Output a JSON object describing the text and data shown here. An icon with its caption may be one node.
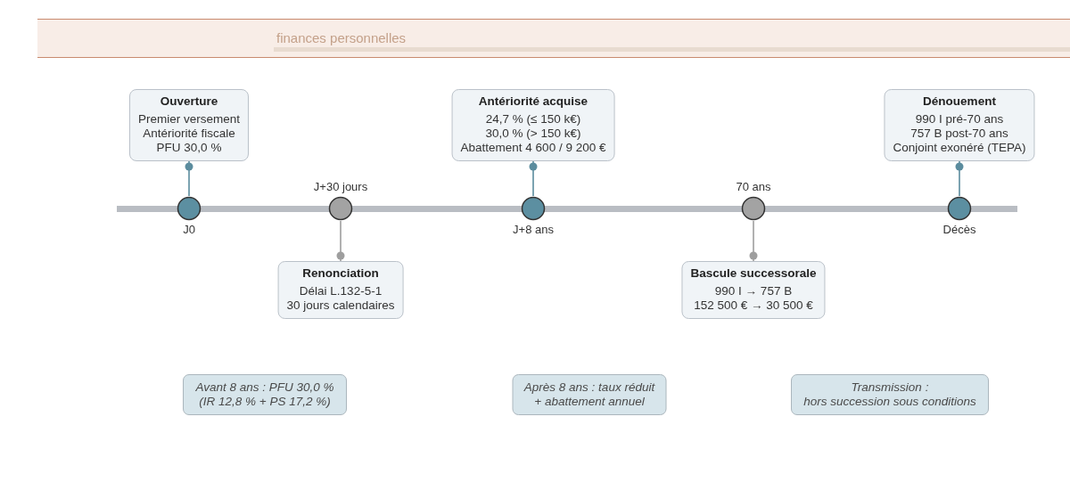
{
  "diagram": {
    "nodes": [
      {
        "text": [
          "Ouverture",
          "Premier versement",
          "Antériorité fiscale",
          "PFU 30,0 %"
        ]
      },
      {
        "text": [],
        "shape": "circle",
        "beside": [
          "J0"
        ]
      },
      {
        "text": [],
        "shape": "circle",
        "beside": [
          "J+30 jours"
        ]
      },
      {
        "text": [
          "Renonciation",
          "Délai L.132-5-1",
          "30 jours calendaires"
        ]
      },
      {
        "text": [
          "Antériorité acquise",
          "24,7 % (≤ 150 k€)",
          "30,0 % (> 150 k€)",
          "Abattement 4 600 / 9 200 €"
        ]
      },
      {
        "text": [],
        "shape": "circle",
        "beside": [
          "J+8 ans"
        ]
      },
      {
        "text": [],
        "shape": "circle",
        "beside": [
          "70 ans"
        ]
      },
      {
        "text": [
          "Bascule successorale",
          "990 I → 757 B",
          "152 500 € → 30 500 €"
        ]
      },
      {
        "text": [
          "Dénouement",
          "990 I pré-70 ans",
          "757 B post-70 ans",
          "Conjoint exonéré (TEPA)"
        ]
      },
      {
        "text": [],
        "shape": "circle",
        "beside": [
          "Décès"
        ]
      },
      {
        "text": [
          "Avant 8 ans : PFU 30,0 % (IR 12,8 % + PS 17,2 %)"
        ]
      },
      {
        "text": [
          "Après 8 ans : taux réduit + abattement annuel"
        ]
      },
      {
        "text": [
          "Transmission :",
          "hors succession sous conditions"
        ]
      }
    ],
    "edges": [
      {
        "from": 1,
        "to": 0,
        "arrow": "other"
      },
      {
        "from": 2,
        "to": 3,
        "arrow": "other",
        "color": "#9e9e9e"
      },
      {
        "from": 5,
        "to": 4,
        "arrow": "other"
      },
      {
        "from": 6,
        "to": 7,
        "arrow": "other",
        "color": "#9e9e9e"
      },
      {
        "from": 9,
        "to": 8,
        "arrow": "other"
      }
    ],
    "labels": [
      "finances personnelles"
    ]
  }
}
